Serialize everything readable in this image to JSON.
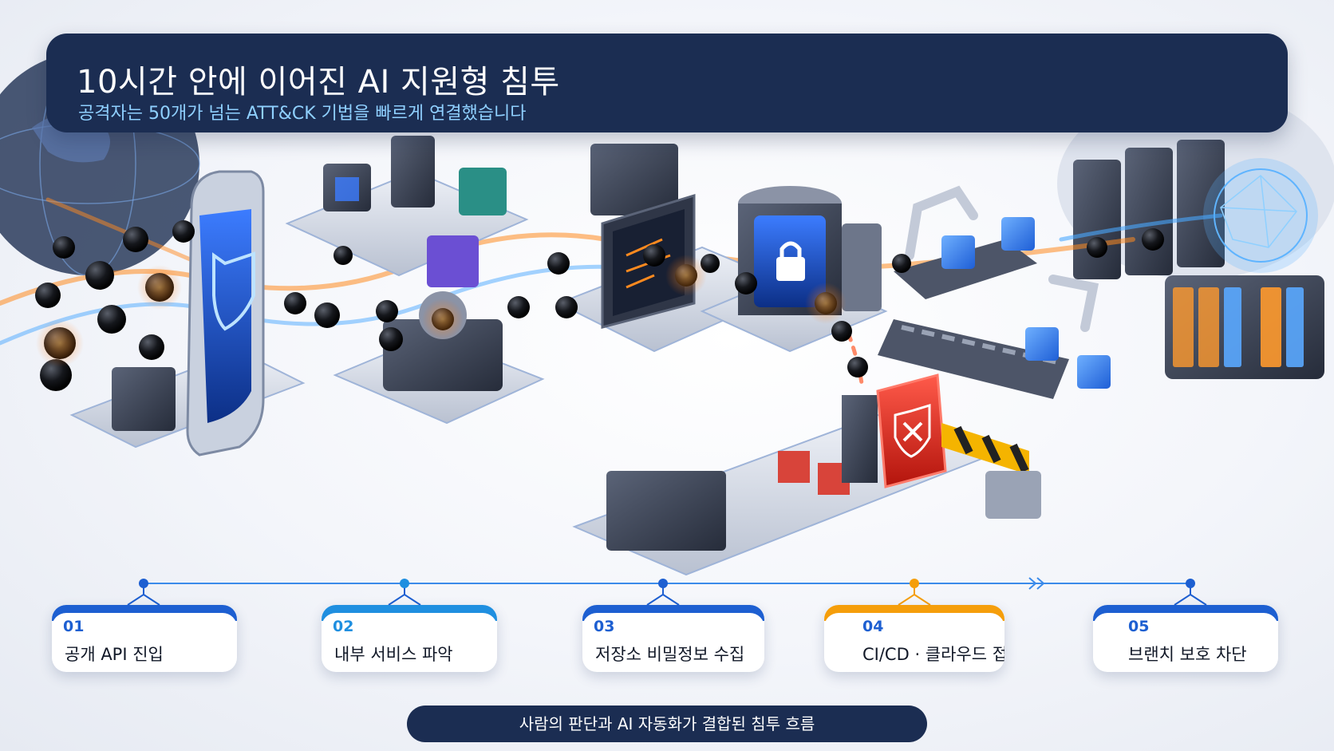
{
  "header": {
    "title": "10시간 안에 이어진 AI 지원형 침투",
    "subtitle": "공격자는 50개가 넘는 ATT&CK 기법을 빠르게 연결했습니다"
  },
  "steps": [
    {
      "number": "01",
      "label": "공개 API 진입",
      "color": "#1d5fd1"
    },
    {
      "number": "02",
      "label": "내부 서비스 파악",
      "color": "#1f8fe0"
    },
    {
      "number": "03",
      "label": "저장소 비밀정보 수집",
      "color": "#1d5fd1"
    },
    {
      "number": "04",
      "label": "CI/CD · 클라우드 접근",
      "color": "#f59e0b"
    },
    {
      "number": "05",
      "label": "브랜치 보호 차단",
      "color": "#1d5fd1"
    }
  ],
  "footer": {
    "caption": "사람의 판단과 AI 자동화가 결합된 침투 흐름"
  },
  "colors": {
    "navy": "#1b2d52",
    "accent_blue": "#1d5fd1",
    "accent_orange": "#f59e0b",
    "alert_red": "#e53935",
    "trail_orange": "#ff8a1f",
    "trail_blue": "#4aa8ff"
  },
  "icons": [
    "globe-icon",
    "shield-icon",
    "lock-icon",
    "blocked-shield-icon",
    "robot-arm-icon",
    "brain-network-icon",
    "server-rack-icon",
    "cube-icon",
    "barrier-icon",
    "arrow-right-icon"
  ]
}
